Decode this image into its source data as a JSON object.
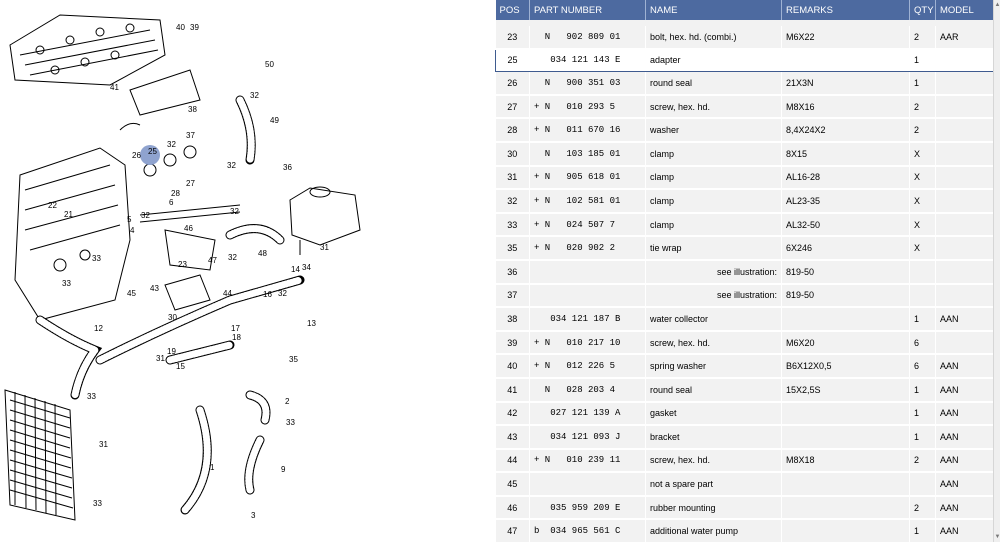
{
  "diagram": {
    "callouts": [
      "40",
      "39",
      "50",
      "41",
      "38",
      "32",
      "49",
      "37",
      "25",
      "26",
      "32",
      "28",
      "27",
      "36",
      "32",
      "22",
      "21",
      "5",
      "32",
      "4",
      "32",
      "6",
      "46",
      "23",
      "33",
      "47",
      "32",
      "48",
      "31",
      "14",
      "34",
      "33",
      "43",
      "44",
      "45",
      "16",
      "32",
      "30",
      "17",
      "18",
      "12",
      "19",
      "13",
      "31",
      "15",
      "35",
      "33",
      "2",
      "33",
      "31",
      "1",
      "9",
      "33",
      "3"
    ],
    "selected_callout": "25"
  },
  "table": {
    "headers": [
      "POS",
      "PART NUMBER",
      "NAME",
      "REMARKS",
      "QTY",
      "MODEL"
    ],
    "rows": [
      {
        "pos": "23",
        "part": "  N   902 809 01",
        "name": "bolt, hex. hd. (combi.)",
        "remarks": "M6X22",
        "qty": "2",
        "model": "AAR"
      },
      {
        "pos": "25",
        "part": "   034 121 143 E",
        "name": "adapter",
        "remarks": "",
        "qty": "1",
        "model": "",
        "selected": true
      },
      {
        "pos": "26",
        "part": "  N   900 351 03",
        "name": "round seal",
        "remarks": "21X3N",
        "qty": "1",
        "model": ""
      },
      {
        "pos": "27",
        "part": "+ N   010 293 5",
        "name": "screw, hex. hd.",
        "remarks": "M8X16",
        "qty": "2",
        "model": ""
      },
      {
        "pos": "28",
        "part": "+ N   011 670 16",
        "name": "washer",
        "remarks": "8,4X24X2",
        "qty": "2",
        "model": ""
      },
      {
        "pos": "30",
        "part": "  N   103 185 01",
        "name": "clamp",
        "remarks": "8X15",
        "qty": "X",
        "model": ""
      },
      {
        "pos": "31",
        "part": "+ N   905 618 01",
        "name": "clamp",
        "remarks": "AL16-28",
        "qty": "X",
        "model": ""
      },
      {
        "pos": "32",
        "part": "+ N   102 581 01",
        "name": "clamp",
        "remarks": "AL23-35",
        "qty": "X",
        "model": ""
      },
      {
        "pos": "33",
        "part": "+ N   024 507 7",
        "name": "clamp",
        "remarks": "AL32-50",
        "qty": "X",
        "model": ""
      },
      {
        "pos": "35",
        "part": "+ N   020 902 2",
        "name": "tie wrap",
        "remarks": "6X246",
        "qty": "X",
        "model": ""
      },
      {
        "pos": "36",
        "part": "",
        "name": "see illustration:",
        "remarks": "819-50",
        "qty": "",
        "model": "",
        "right": true
      },
      {
        "pos": "37",
        "part": "",
        "name": "see illustration:",
        "remarks": "819-50",
        "qty": "",
        "model": "",
        "right": true
      },
      {
        "pos": "38",
        "part": "   034 121 187 B",
        "name": "water collector",
        "remarks": "",
        "qty": "1",
        "model": "AAN"
      },
      {
        "pos": "39",
        "part": "+ N   010 217 10",
        "name": "screw, hex. hd.",
        "remarks": "M6X20",
        "qty": "6",
        "model": ""
      },
      {
        "pos": "40",
        "part": "+ N   012 226 5",
        "name": "spring washer",
        "remarks": "B6X12X0,5",
        "qty": "6",
        "model": "AAN"
      },
      {
        "pos": "41",
        "part": "  N   028 203 4",
        "name": "round seal",
        "remarks": "15X2,5S",
        "qty": "1",
        "model": "AAN"
      },
      {
        "pos": "42",
        "part": "   027 121 139 A",
        "name": "gasket",
        "remarks": "",
        "qty": "1",
        "model": "AAN"
      },
      {
        "pos": "43",
        "part": "   034 121 093 J",
        "name": "bracket",
        "remarks": "",
        "qty": "1",
        "model": "AAN"
      },
      {
        "pos": "44",
        "part": "+ N   010 239 11",
        "name": "screw, hex. hd.",
        "remarks": "M8X18",
        "qty": "2",
        "model": "AAN"
      },
      {
        "pos": "45",
        "part": "",
        "name": "not a spare part",
        "remarks": "",
        "qty": "",
        "model": "AAN"
      },
      {
        "pos": "46",
        "part": "   035 959 209 E",
        "name": "rubber mounting",
        "remarks": "",
        "qty": "2",
        "model": "AAN"
      },
      {
        "pos": "47",
        "part": "b  034 965 561 C",
        "name": "additional water pump",
        "remarks": "",
        "qty": "1",
        "model": "AAN"
      }
    ]
  },
  "colors": {
    "header_bg": "#4d6aa0",
    "row_bg": "#f2f2f2",
    "selected_border": "#3f5b8f",
    "highlight_circle": "#8fa3cf"
  },
  "icons": {
    "scroll_up": "▲",
    "scroll_down": "▼"
  }
}
